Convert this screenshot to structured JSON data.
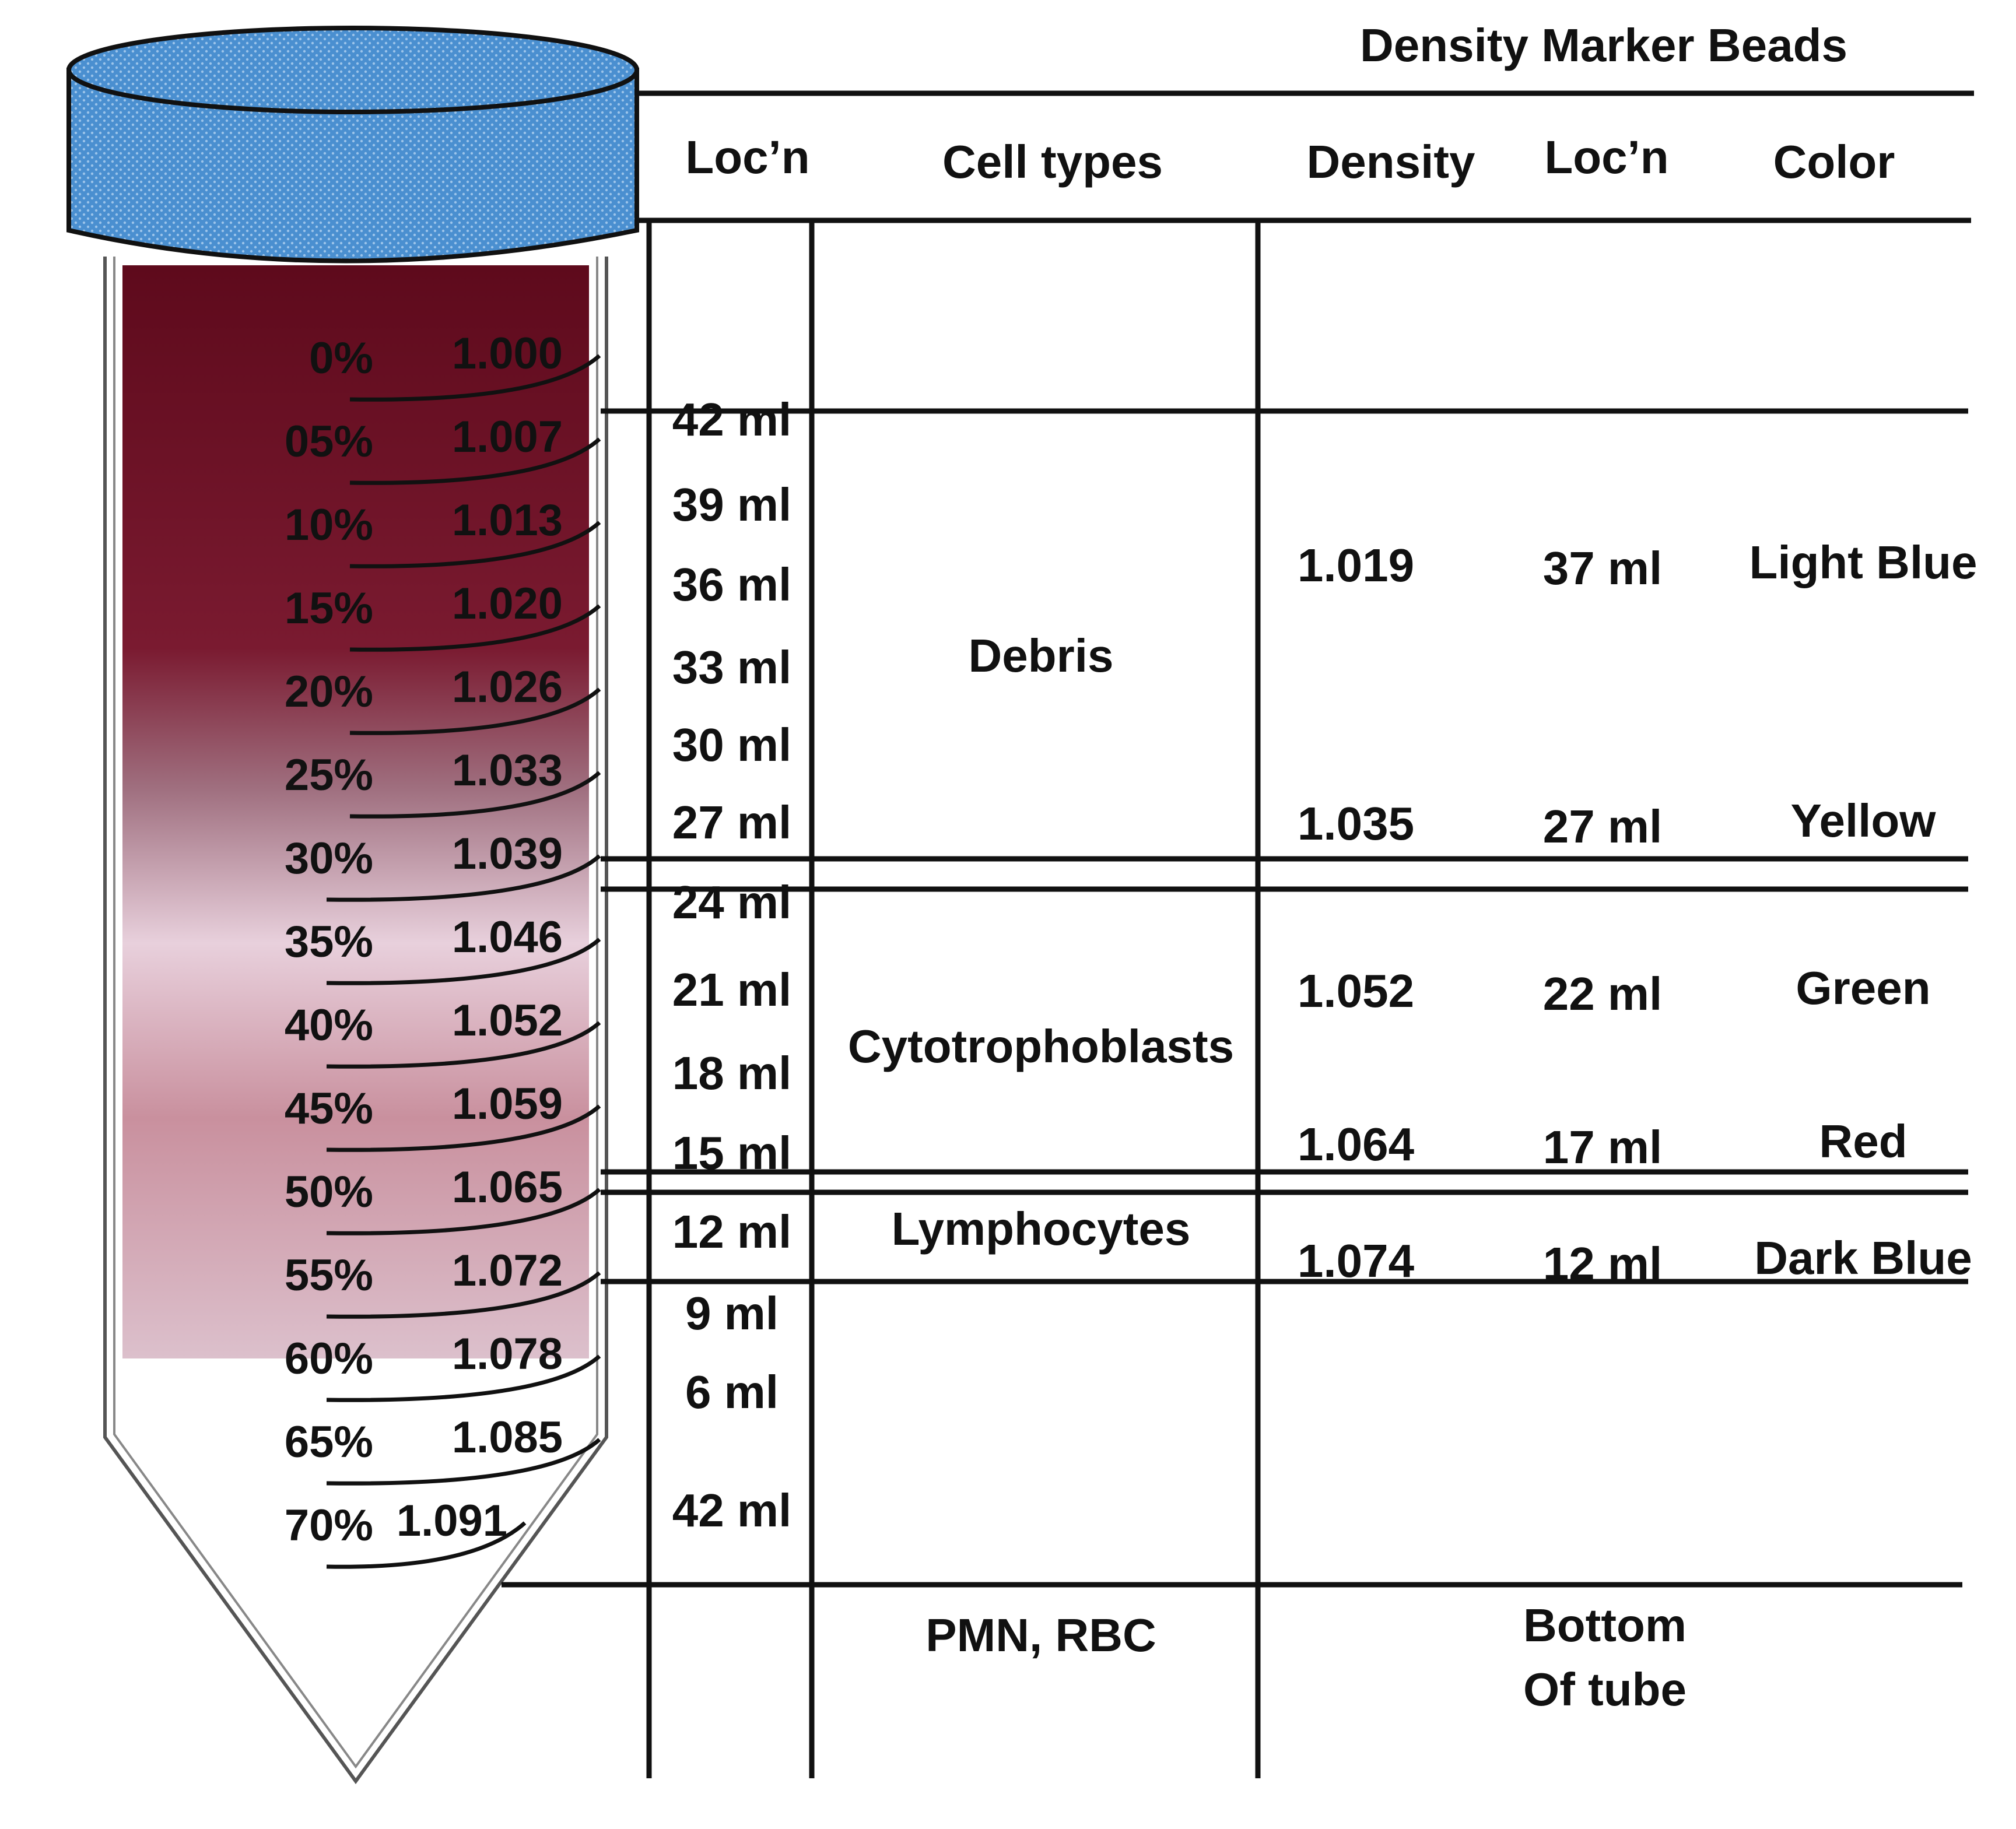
{
  "title": "Density Marker Beads",
  "headers": {
    "locn": "Loc’n",
    "cell_types": "Cell types",
    "density": "Density",
    "bead_locn": "Loc’n",
    "color": "Color"
  },
  "tube_scale": [
    {
      "pct": "0%",
      "density": "1.000"
    },
    {
      "pct": "05%",
      "density": "1.007"
    },
    {
      "pct": "10%",
      "density": "1.013"
    },
    {
      "pct": "15%",
      "density": "1.020"
    },
    {
      "pct": "20%",
      "density": "1.026"
    },
    {
      "pct": "25%",
      "density": "1.033"
    },
    {
      "pct": "30%",
      "density": "1.039"
    },
    {
      "pct": "35%",
      "density": "1.046"
    },
    {
      "pct": "40%",
      "density": "1.052"
    },
    {
      "pct": "45%",
      "density": "1.059"
    },
    {
      "pct": "50%",
      "density": "1.065"
    },
    {
      "pct": "55%",
      "density": "1.072"
    },
    {
      "pct": "60%",
      "density": "1.078"
    },
    {
      "pct": "65%",
      "density": "1.085"
    },
    {
      "pct": "70%",
      "density": "1.091"
    }
  ],
  "volumes": [
    "42 ml",
    "39 ml",
    "36 ml",
    "33 ml",
    "30 ml",
    "27 ml",
    "24 ml",
    "21 ml",
    "18 ml",
    "15 ml",
    "12 ml",
    "9 ml",
    "6 ml",
    "42 ml"
  ],
  "cell_types": [
    "Debris",
    "Cytotrophoblasts",
    "Lymphocytes",
    "PMN, RBC"
  ],
  "beads": [
    {
      "density": "1.019",
      "locn": "37 ml",
      "color": "Light Blue"
    },
    {
      "density": "1.035",
      "locn": "27 ml",
      "color": "Yellow"
    },
    {
      "density": "1.052",
      "locn": "22 ml",
      "color": "Green"
    },
    {
      "density": "1.064",
      "locn": "17 ml",
      "color": "Red"
    },
    {
      "density": "1.074",
      "locn": "12 ml",
      "color": "Dark Blue"
    }
  ],
  "bottom_note": [
    "Bottom",
    "Of tube"
  ],
  "colors": {
    "cap": "#4a8fd0",
    "liquid_top": "#6a0f20",
    "liquid_mid": "#b07888",
    "liquid_bottom": "#d9b8c4"
  }
}
